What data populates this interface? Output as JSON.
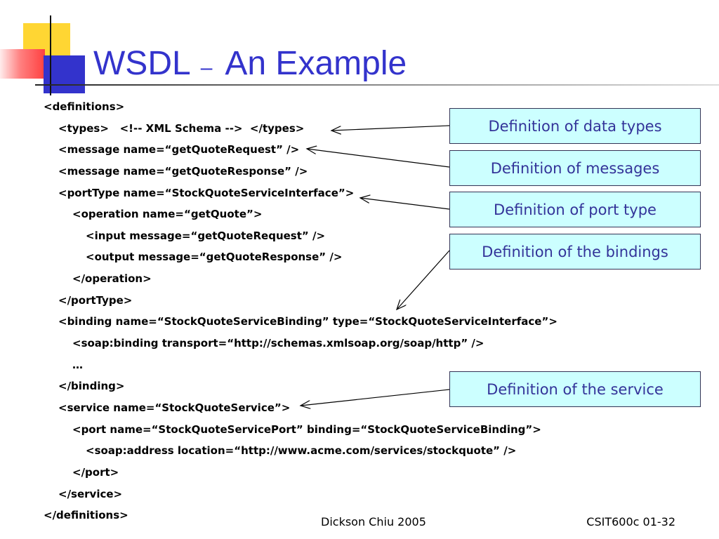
{
  "slide": {
    "title": {
      "lead": "WSDL",
      "dash": "–",
      "rest": "An Example"
    },
    "code_lines": [
      "<definitions>",
      "<types>   <!-- XML Schema -->  </types>",
      "<message name=“getQuoteRequest” />",
      "<message name=“getQuoteResponse” />",
      "<portType name=“StockQuoteServiceInterface”>",
      "<operation name=“getQuote”>",
      "<input message=“getQuoteRequest” />",
      "<output message=“getQuoteResponse” />",
      "</operation>",
      "</portType>",
      "<binding name=“StockQuoteServiceBinding” type=“StockQuoteServiceInterface”>",
      "<soap:binding transport=“http://schemas.xmlsoap.org/soap/http” />",
      "…",
      "</binding>",
      "<service name=“StockQuoteService”>",
      "<port name=“StockQuoteServicePort” binding=“StockQuoteServiceBinding”>",
      "<soap:address location=“http://www.acme.com/services/stockquote” />",
      "</port>",
      "</service>",
      "</definitions>"
    ],
    "callouts": [
      "Definition of data types",
      "Definition of messages",
      "Definition of port type",
      "Definition of the bindings",
      "Definition of the service"
    ],
    "footer": {
      "author_year": "Dickson Chiu 2005",
      "slide_id": "CSIT600c 01-32"
    }
  },
  "colors": {
    "title": "#3333cc",
    "callout_text": "#333399",
    "callout_fill": "#ccffff",
    "callout_border": "#333355",
    "deco_yellow": "#ffd633",
    "deco_red": "#ff4040",
    "deco_blue": "#3333cc"
  }
}
